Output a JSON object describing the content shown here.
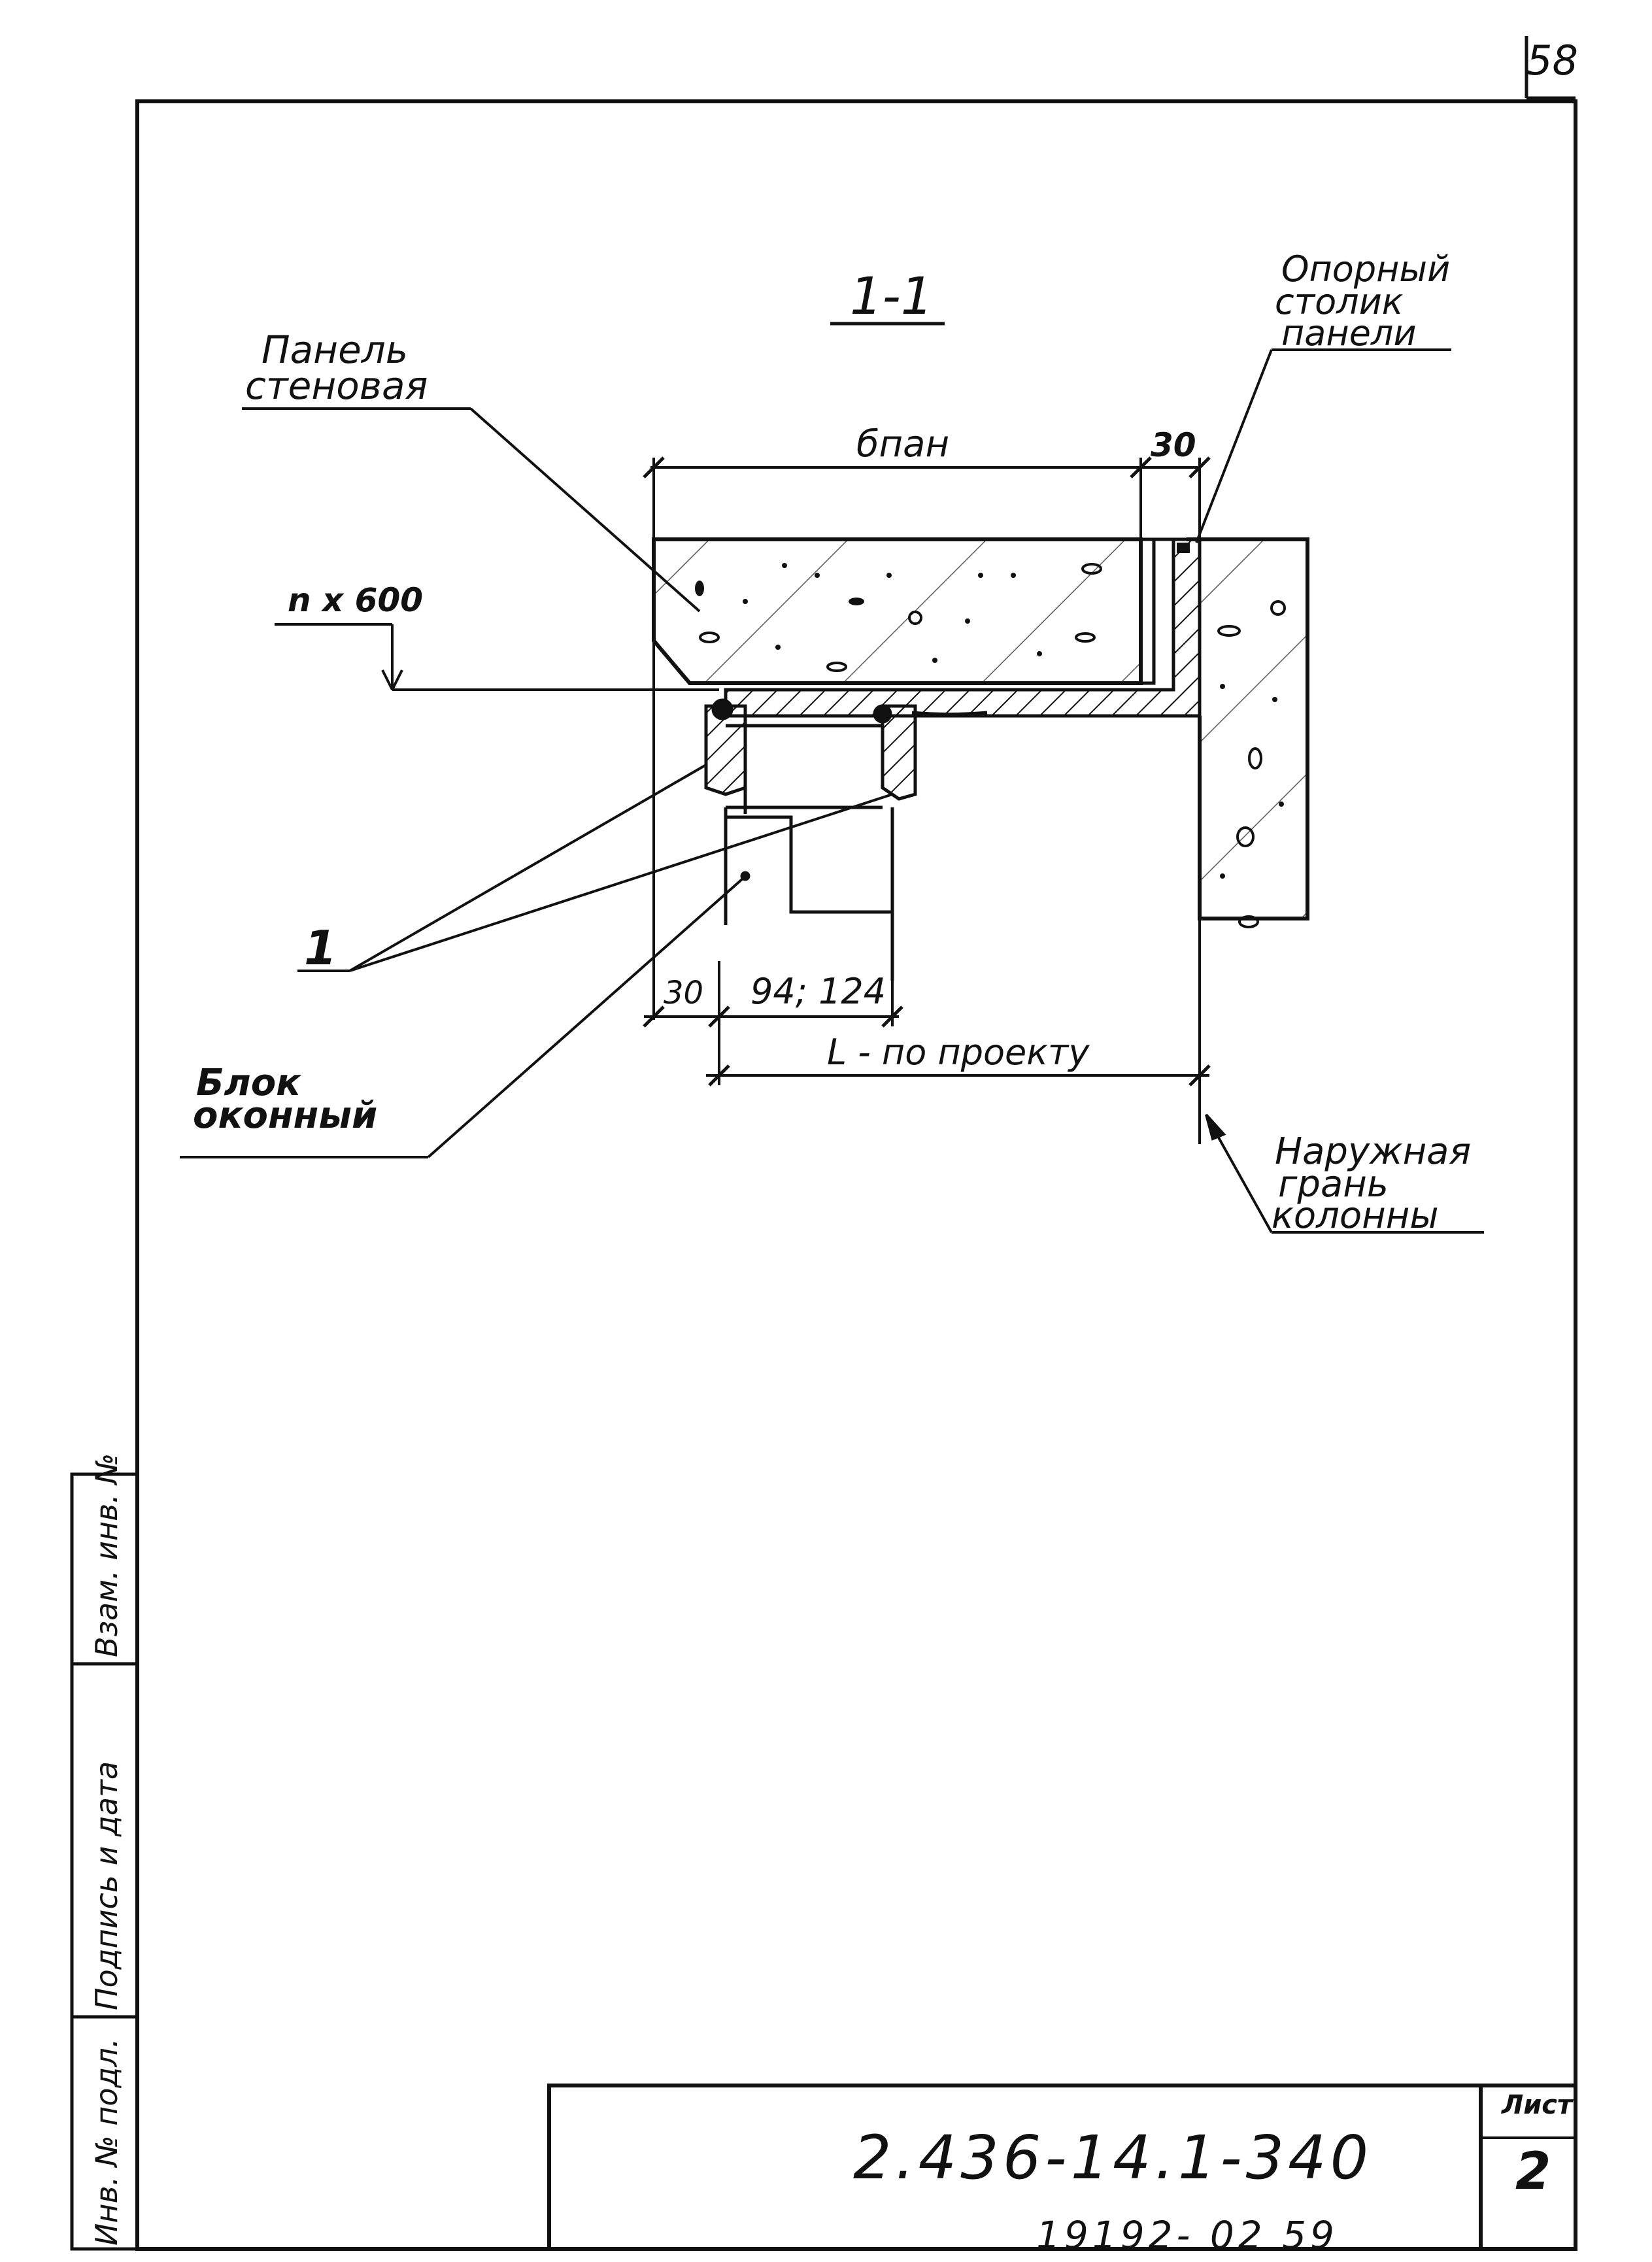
{
  "page_number": "58",
  "section_title": "1-1",
  "labels": {
    "panel_line1": "Панель",
    "panel_line2": "стеновая",
    "support_line1": "Опорный",
    "support_line2": "столик",
    "support_line3": "панели",
    "dim_b_pan": "бпан",
    "dim_30_top": "30",
    "level_mark": "n x 600",
    "callout_1": "1",
    "dim_30_bottom": "30",
    "dim_94_124": "94; 124",
    "dim_l_project": "L - по проекту",
    "window_line1": "Блок",
    "window_line2": "оконный",
    "outer_line1": "Наружная",
    "outer_line2": "грань",
    "outer_line3": "колонны"
  },
  "side_stamp": {
    "inv_orig": "Инв. № подл.",
    "sign_date": "Подпись и дата",
    "inv_replace": "Взам. инв. №"
  },
  "title_block": {
    "document_code": "2.436-14.1-340",
    "sheet_label": "Лист",
    "sheet_number": "2"
  },
  "bottom_code": "19192- 02    59"
}
